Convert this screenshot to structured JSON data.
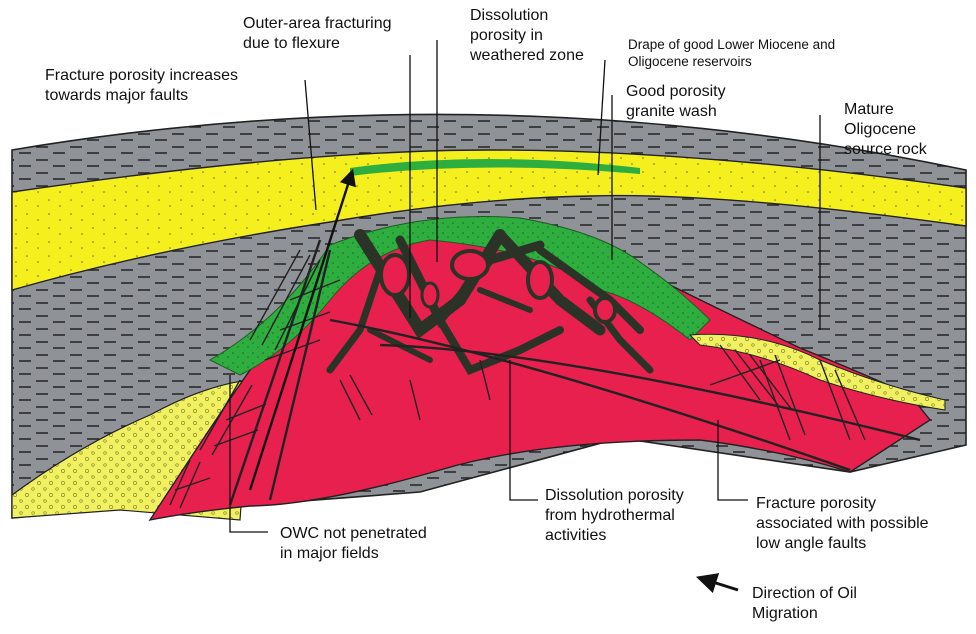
{
  "labels": {
    "outer_area": "Outer-area fracturing\ndue to flexure",
    "dissolution_weathered": "Dissolution\nporosity in\nweathered zone",
    "drape": "Drape of good Lower Miocene and\nOligocene reservoirs",
    "fracture_faults": "Fracture porosity increases\ntowards major faults",
    "granite_wash": "Good porosity\ngranite wash",
    "mature_source": "Mature\nOligocene\nsource rock",
    "dissolution_hydrothermal": "Dissolution porosity\nfrom hydrothermal\nactivities",
    "fracture_low_angle": "Fracture porosity\nassociated with possible\nlow angle faults",
    "owc": "OWC not penetrated\nin major fields",
    "oil_migration": "Direction of Oil\nMigration"
  },
  "colors": {
    "shale": "#8f9296",
    "shale_dash": "#2a2a2a",
    "sand": "#f5ef1e",
    "basement": "#e8204e",
    "green": "#2eae3e",
    "granite_wash": "#f0f060",
    "dark_fracture": "#2b3327"
  }
}
